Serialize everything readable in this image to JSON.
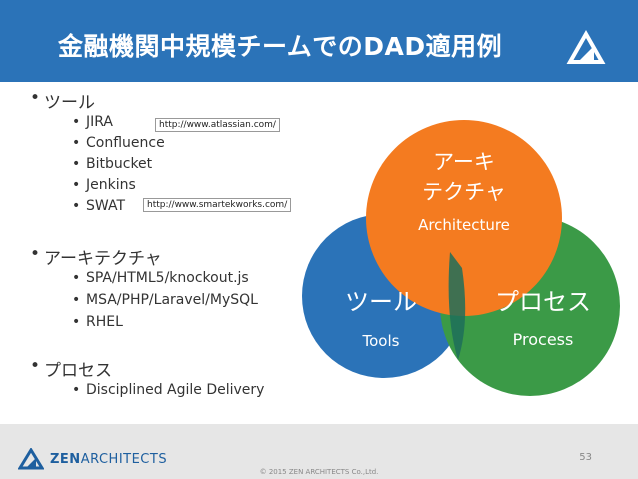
{
  "header": {
    "title": "金融機関中規模チームでのDAD適用例",
    "bg_color": "#2b73b8"
  },
  "bullets": {
    "tools_heading": "ツール",
    "tools": [
      {
        "label": "JIRA"
      },
      {
        "label": "Confluence"
      },
      {
        "label": "Bitbucket"
      },
      {
        "label": "Jenkins"
      },
      {
        "label": "SWAT"
      }
    ],
    "jira_url": "http://www.atlassian.com/",
    "swat_url": "http://www.smartekworks.com/",
    "arch_heading": "アーキテクチャ",
    "arch": [
      {
        "label": "SPA/HTML5/knockout.js"
      },
      {
        "label": "MSA/PHP/Laravel/MySQL"
      },
      {
        "label": "RHEL"
      }
    ],
    "process_heading": "プロセス",
    "process": [
      {
        "label": "Disciplined Agile Delivery"
      }
    ]
  },
  "venn": {
    "architecture": {
      "jp_line1": "アーキ",
      "jp_line2": "テクチャ",
      "en": "Architecture",
      "color": "#f47b20"
    },
    "tools": {
      "jp": "ツール",
      "en": "Tools",
      "color": "#2b73b8"
    },
    "process": {
      "jp": "プロセス",
      "en": "Process",
      "color": "#3b9a47"
    }
  },
  "footer": {
    "brand_zen": "ZEN",
    "brand_arch": "ARCHITECTS",
    "page_number": "53",
    "copyright": "© 2015 ZEN ARCHITECTS Co.,Ltd."
  }
}
